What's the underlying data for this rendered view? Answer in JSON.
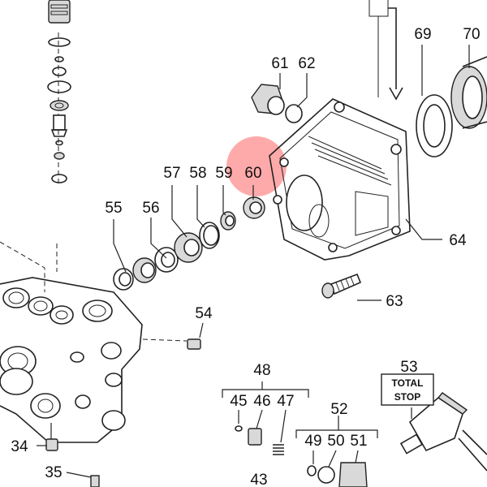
{
  "highlight_color": "#ff2a2a",
  "callouts": {
    "n34": "34",
    "n35": "35",
    "n43": "43",
    "n45": "45",
    "n46": "46",
    "n47": "47",
    "n48": "48",
    "n49": "49",
    "n50": "50",
    "n51": "51",
    "n52": "52",
    "n53": "53",
    "n54": "54",
    "n55": "55",
    "n56": "56",
    "n57": "57",
    "n58": "58",
    "n59": "59",
    "n60": "60",
    "n61": "61",
    "n62": "62",
    "n63": "63",
    "n64": "64",
    "n69": "69",
    "n70": "70"
  },
  "total_stop": {
    "line1": "TOTAL",
    "line2": "STOP"
  }
}
